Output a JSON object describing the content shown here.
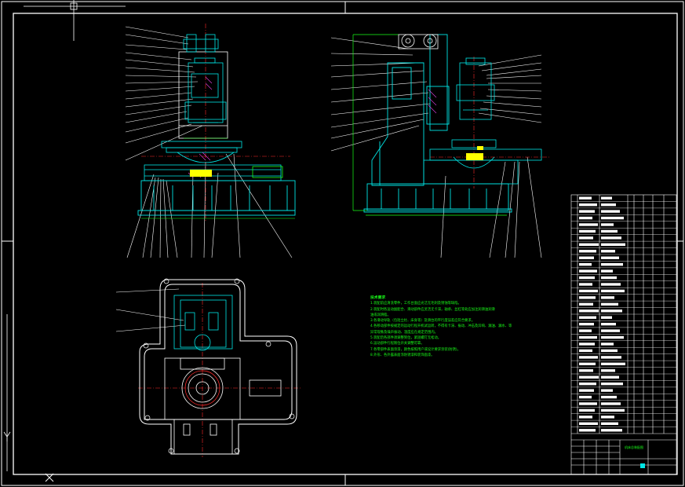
{
  "drawing": {
    "background": "#000000",
    "frame_color": "#ffffff",
    "equipment_color": "#00e5e5",
    "section_color": "#ffffff",
    "axis_color": "#ff2a2a",
    "hatch_color": "#e040e0",
    "note_color": "#19ff19",
    "highlight_color": "#ffff00",
    "leader_color": "#ffffff",
    "dimension_color": "#19ff19"
  },
  "views": [
    {
      "id": "front-view",
      "leader_count": 32
    },
    {
      "id": "side-view",
      "leader_count": 38
    },
    {
      "id": "top-view",
      "leader_count": 3
    }
  ],
  "notes": {
    "title": "技术要求",
    "lines": [
      "1.装配前应清洗零件，工作台面应光洁无毛刺及锈蚀等缺陷。",
      "2.装配时各运动副配合、滑动部件应灵活无卡滞，轴承、丝杠等处应加注润滑油润滑",
      "  油或润滑脂。",
      "3.各滑动导轨（包括立柱、床身等）及滑台的平行度误差应符合要求。",
      "4.各移动部件按规定的运动行程开机试运转，不得有卡滞、振动、冲击及异响、漏油、漏水、等",
      "  异常现象及噪声振动、温度应在规定范围内。",
      "5.装配后各部件须调整到位，紧固螺钉无松动。",
      "6.运动部件行程限位开关调整可靠。",
      "7.各零部件表面涂漆，颜色按照用户或设计要求涂装(防锈)。",
      "8.外形、各外露表面涂防锈漆和装饰面漆。"
    ]
  },
  "title_block": {
    "title": "机床总装配图",
    "parts_list_rows": 36
  }
}
